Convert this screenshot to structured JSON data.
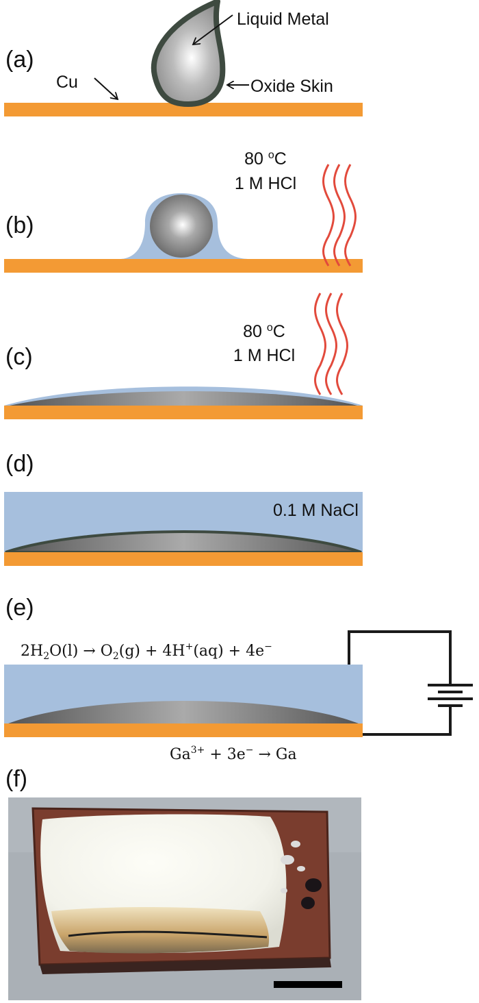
{
  "panels": {
    "a": {
      "label": "(a)",
      "cu": "Cu",
      "liquid_metal": "Liquid Metal",
      "oxide_skin": "Oxide Skin"
    },
    "b": {
      "label": "(b)",
      "temp_num": "80 ",
      "temp_sup": "o",
      "temp_unit": "C",
      "acid": "1 M HCl"
    },
    "c": {
      "label": "(c)",
      "temp_num": "80 ",
      "temp_sup": "o",
      "temp_unit": "C",
      "acid": "1 M HCl"
    },
    "d": {
      "label": "(d)",
      "electrolyte": "0.1 M NaCl"
    },
    "e": {
      "label": "(e)",
      "anode": {
        "p1": "2H",
        "p1_sub": "2",
        "p2": "O(l) → O",
        "p2_sub": "2",
        "p3": "(g) + 4H",
        "p3_sup": "+",
        "p4": "(aq) + 4e",
        "p4_sup": "−"
      },
      "cathode": {
        "p1": "Ga",
        "p1_sup": "3+",
        "p2": " + 3e",
        "p2_sup": "−",
        "p3": " → Ga"
      }
    },
    "f": {
      "label": "(f)"
    }
  },
  "colors": {
    "copper": "#f39a34",
    "solution": "#a6bfdd",
    "oxide": "#3e4a40",
    "metal": "#8a8a8a",
    "heat": "#e24a3c",
    "wire": "#1a1a1a",
    "photo_bg": "#aab0b6"
  }
}
